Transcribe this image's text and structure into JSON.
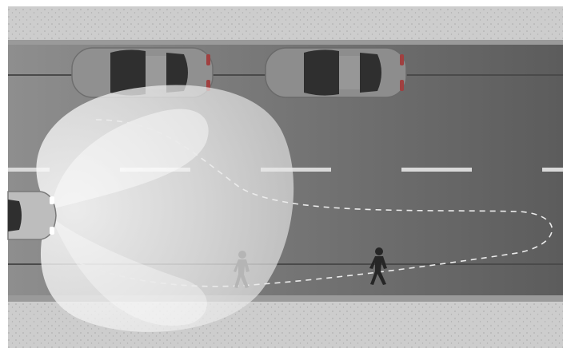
{
  "scene": {
    "palette": {
      "sidewalk": "#c9c9c9",
      "sidewalk_dots": "#a9a9a9",
      "road_dark": "#5f5f5f",
      "road_mid": "#8a8a8a",
      "lane_marking": "#d8d8d8",
      "headlight_beam": "#f2f2f2",
      "car_body": "#8d8d8d",
      "car_glass": "#3a3a3a",
      "pedestrian_lit": "#b8b8b8",
      "pedestrian_dark": "#2a2a2a",
      "path_line": "#e6e6e6"
    },
    "elements": {
      "ego_car": "headlight-car",
      "parked_cars": [
        "parked-car-1",
        "parked-car-2"
      ],
      "pedestrians": [
        "pedestrian-illuminated",
        "pedestrian-in-dark"
      ],
      "beam": "adaptive-headlight-beam",
      "path": "dashed-light-path"
    }
  }
}
